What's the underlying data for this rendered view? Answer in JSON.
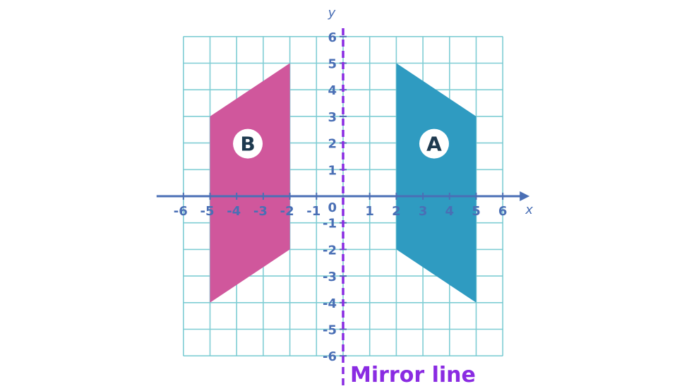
{
  "chart_data": {
    "type": "diagram",
    "xlim": [
      -6,
      6
    ],
    "ylim": [
      -6,
      6
    ],
    "grid": true,
    "axes": {
      "xlabel": "x",
      "ylabel": "y",
      "origin_label": "0"
    },
    "x_ticks": [
      -6,
      -5,
      -4,
      -3,
      -2,
      -1,
      1,
      2,
      3,
      4,
      5,
      6
    ],
    "y_ticks": [
      -6,
      -5,
      -4,
      -3,
      -2,
      -1,
      1,
      2,
      3,
      4,
      5,
      6
    ],
    "shapes": [
      {
        "name": "A",
        "color": "#2f9bc1",
        "points": [
          [
            2,
            5
          ],
          [
            5,
            3
          ],
          [
            5,
            -4
          ],
          [
            2,
            -2
          ]
        ]
      },
      {
        "name": "B",
        "color": "#d0579c",
        "points": [
          [
            -2,
            5
          ],
          [
            -5,
            3
          ],
          [
            -5,
            -4
          ],
          [
            -2,
            -2
          ]
        ]
      }
    ],
    "mirror_line": {
      "x": 0,
      "label": "Mirror line",
      "color": "#8a2be2"
    }
  },
  "colors": {
    "grid": "#7fcdd4",
    "axis": "#4a6fb5",
    "tick_text": "#4a6fb5",
    "label_circle": "#ffffff",
    "label_text": "#1e3a4f"
  }
}
